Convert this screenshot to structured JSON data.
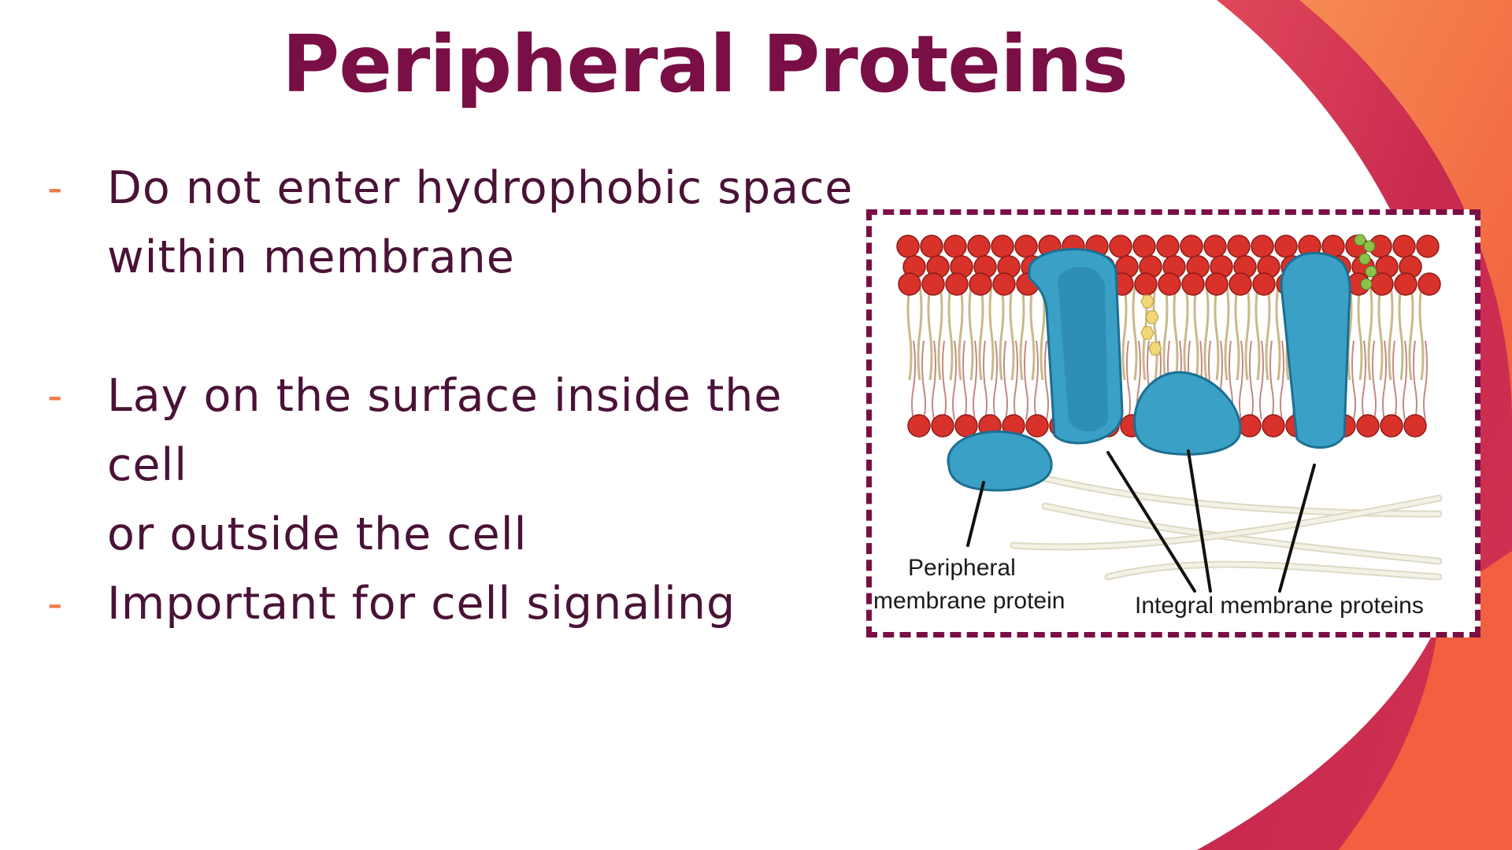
{
  "slide": {
    "title": "Peripheral Proteins",
    "bullet_marker": "-",
    "bullets": [
      {
        "lines": [
          "Do not enter hydrophobic space",
          "within membrane"
        ]
      },
      {
        "lines": [
          "Lay on the surface inside the cell",
          "or outside the cell"
        ]
      },
      {
        "lines": [
          "Important for cell signaling"
        ]
      }
    ]
  },
  "figure": {
    "labels": {
      "peripheral_line1": "Peripheral",
      "peripheral_line2": "membrane protein",
      "integral": "Integral membrane proteins"
    }
  },
  "colors": {
    "title": "#7a0f45",
    "text": "#4a1236",
    "bullet_dash": "#f07a4a",
    "accent_crimson": "#c8294f",
    "accent_orange": "#f46b45",
    "protein": "#3aa0c6",
    "lipid_head": "#d8322b",
    "frame": "#7a0f45"
  },
  "icons": [
    "membrane-diagram"
  ]
}
